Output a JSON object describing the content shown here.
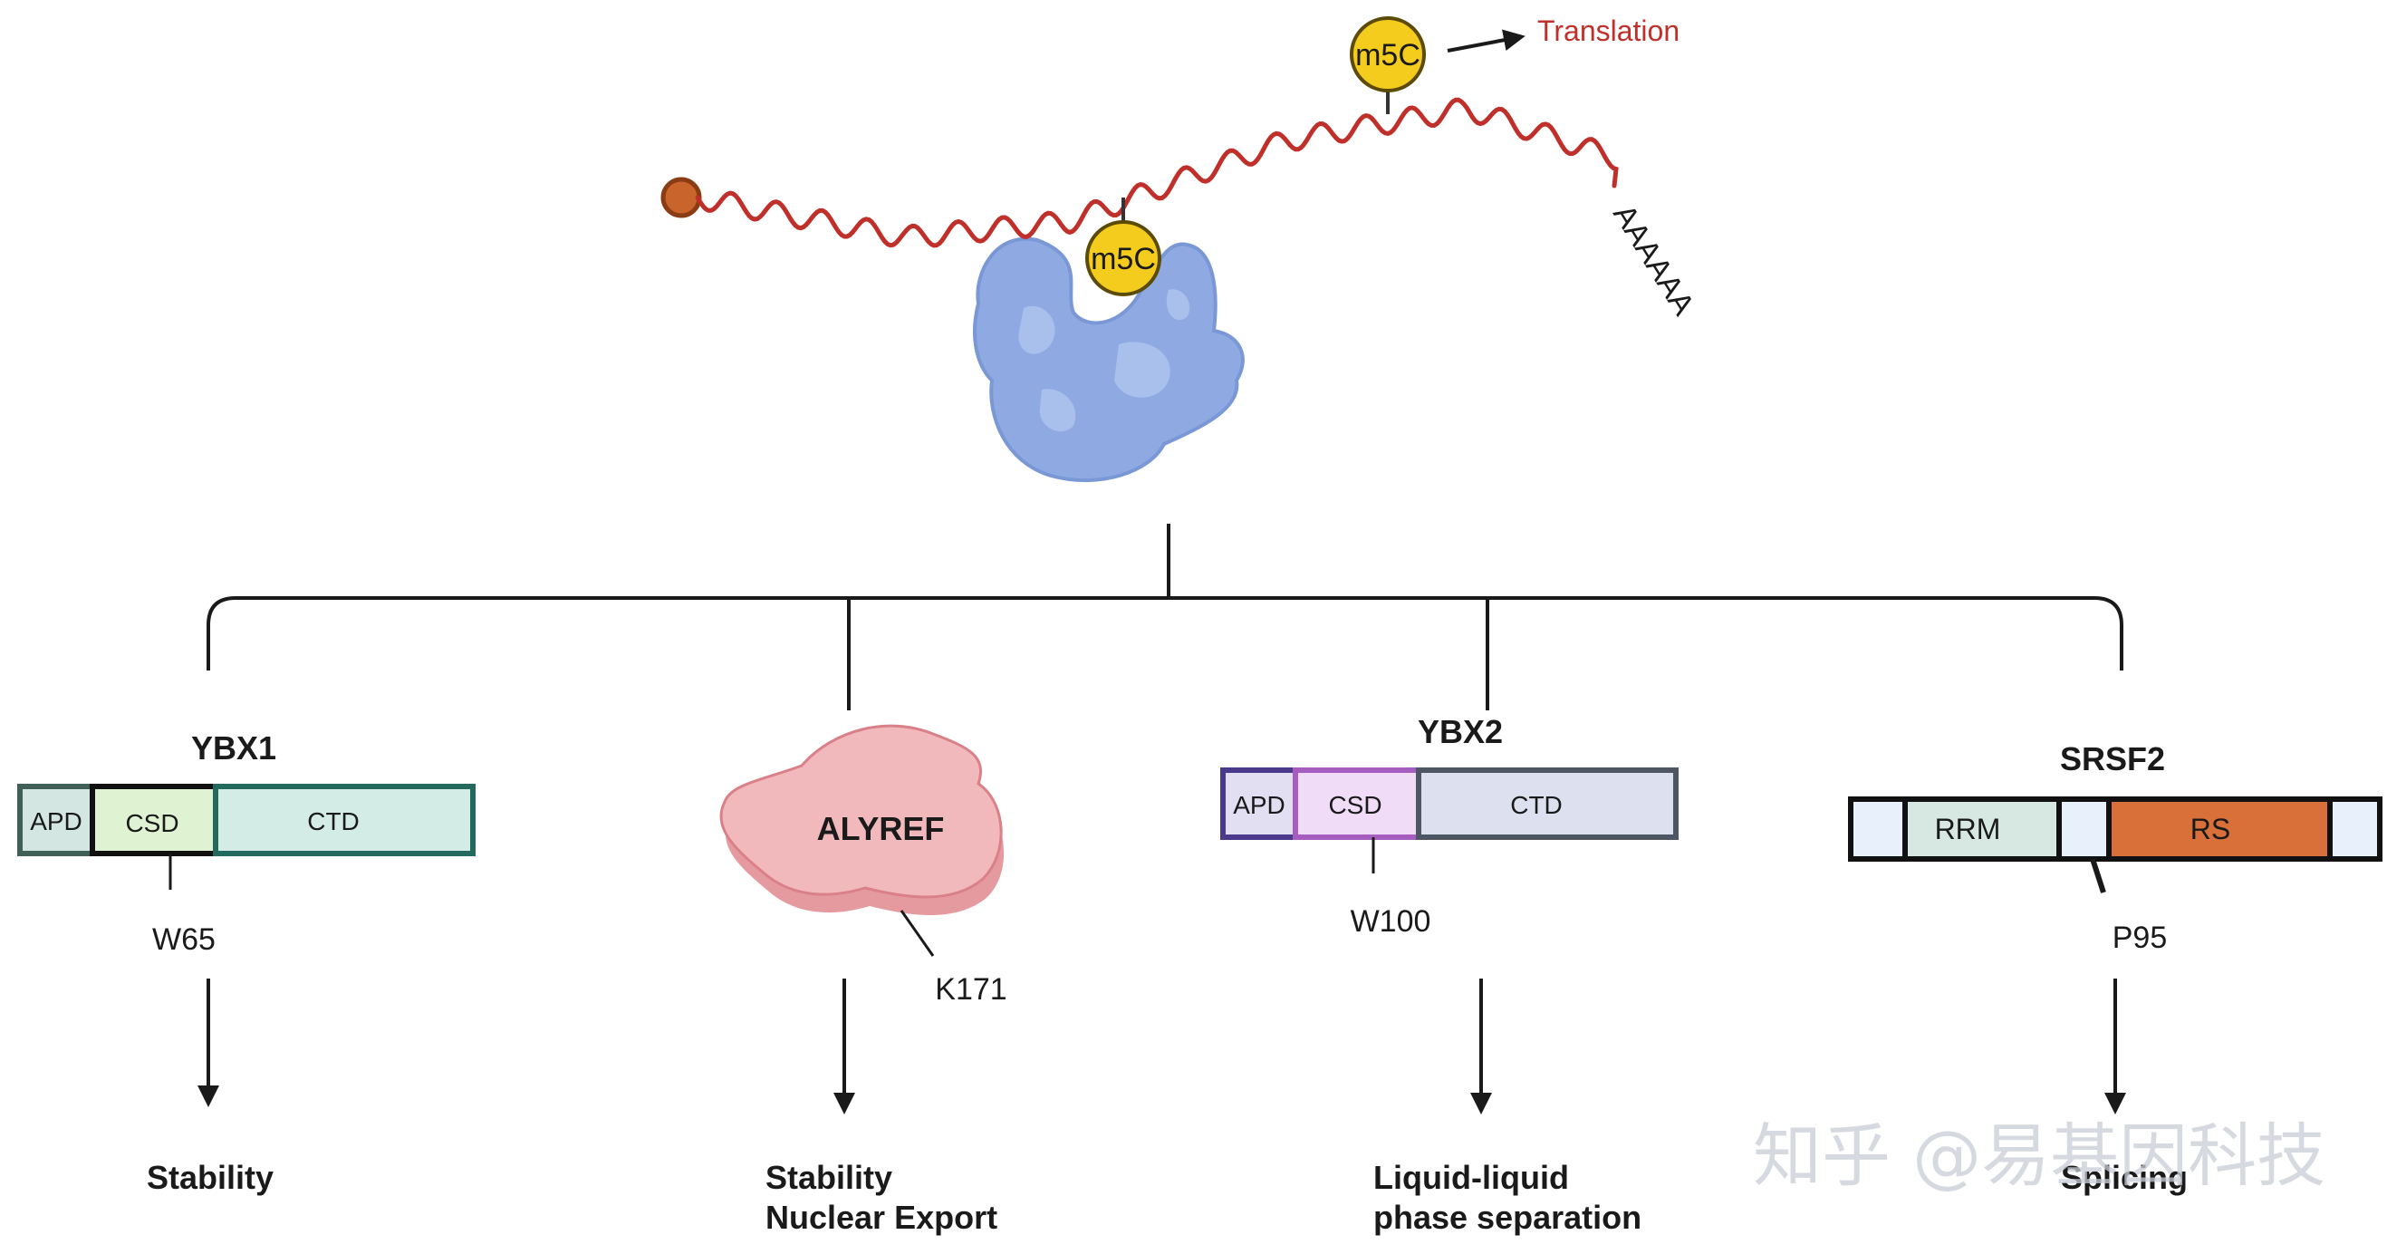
{
  "mrna": {
    "m5c_top": "m5C",
    "m5c_bottom": "m5C",
    "translation": "Translation",
    "polya": "AAAAAA"
  },
  "readers": [
    {
      "name": "YBX1",
      "domains": [
        "APD",
        "CSD",
        "CTD"
      ],
      "site": "W65",
      "outcome": [
        "Stability"
      ]
    },
    {
      "name": "ALYREF",
      "site": "K171",
      "outcome": [
        "Stability",
        "Nuclear Export"
      ]
    },
    {
      "name": "YBX2",
      "domains": [
        "APD",
        "CSD",
        "CTD"
      ],
      "site": "W100",
      "outcome": [
        "Liquid-liquid",
        "phase separation"
      ]
    },
    {
      "name": "SRSF2",
      "domains": [
        "RRM",
        "RS"
      ],
      "site": "P95",
      "outcome": [
        "Splicing"
      ]
    }
  ],
  "watermark": "知乎 @易基因科技",
  "colors": {
    "mrna": "#c0302a",
    "m5c": "#f4cc1e",
    "ribosome": "#8faae3",
    "alyref": "#f2b9bc",
    "ybx1_ctd": "#d3ede6",
    "ybx2_csd": "#f0dcf7",
    "srsf2_rs": "#d9703a"
  }
}
